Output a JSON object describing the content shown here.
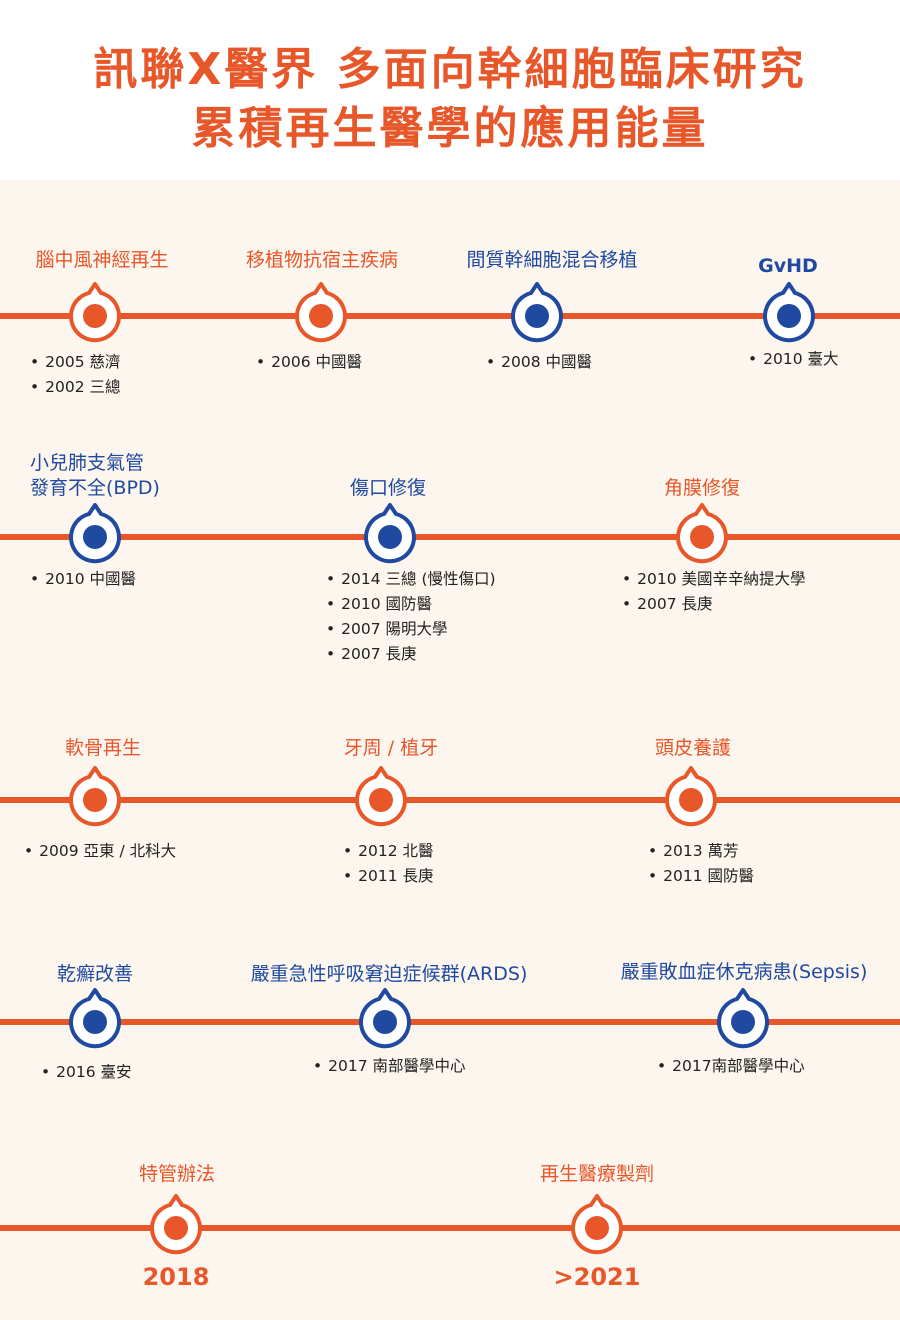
{
  "title": {
    "line1": "訊聯X醫界 多面向幹細胞臨床研究",
    "line2": "累積再生醫學的應用能量"
  },
  "colors": {
    "orange": "#e8572a",
    "blue": "#1f4aa0",
    "panel": "#fcf6ee"
  },
  "rows": [
    {
      "nodes": [
        {
          "label": "腦中風神經再生",
          "color": "orange",
          "notes": [
            "2005 慈濟",
            "2002 三總"
          ]
        },
        {
          "label": "移植物抗宿主疾病",
          "color": "orange",
          "notes": [
            "2006 中國醫"
          ]
        },
        {
          "label": "間質幹細胞混合移植",
          "color": "blue",
          "notes": [
            "2008 中國醫"
          ]
        },
        {
          "label": "GvHD",
          "color": "blue",
          "notes": [
            "2010 臺大"
          ]
        }
      ]
    },
    {
      "nodes": [
        {
          "label": "小兒肺支氣管",
          "label2": "發育不全(BPD)",
          "color": "blue",
          "notes": [
            "2010 中國醫"
          ]
        },
        {
          "label": "傷口修復",
          "color": "blue",
          "notes": [
            "2014 三總 (慢性傷口)",
            "2010 國防醫",
            "2007 陽明大學",
            "2007 長庚"
          ]
        },
        {
          "label": "角膜修復",
          "color": "orange",
          "notes": [
            "2010 美國辛辛納提大學",
            "2007 長庚"
          ]
        }
      ]
    },
    {
      "nodes": [
        {
          "label": "軟骨再生",
          "color": "orange",
          "notes": [
            "2009 亞東 / 北科大"
          ]
        },
        {
          "label": "牙周 / 植牙",
          "color": "orange",
          "notes": [
            "2012 北醫",
            "2011 長庚"
          ]
        },
        {
          "label": "頭皮養護",
          "color": "orange",
          "notes": [
            "2013 萬芳",
            "2011 國防醫"
          ]
        }
      ]
    },
    {
      "nodes": [
        {
          "label": "乾癬改善",
          "color": "blue",
          "notes": [
            "2016 臺安"
          ]
        },
        {
          "label": "嚴重急性呼吸窘迫症候群(ARDS)",
          "color": "blue",
          "notes": [
            "2017 南部醫學中心"
          ]
        },
        {
          "label": "嚴重敗血症休克病患(Sepsis)",
          "color": "blue",
          "notes": [
            "2017南部醫學中心"
          ]
        }
      ]
    },
    {
      "nodes": [
        {
          "label": "特管辦法",
          "color": "orange",
          "year": "2018"
        },
        {
          "label": "再生醫療製劑",
          "color": "orange",
          "year": ">2021"
        }
      ]
    }
  ]
}
